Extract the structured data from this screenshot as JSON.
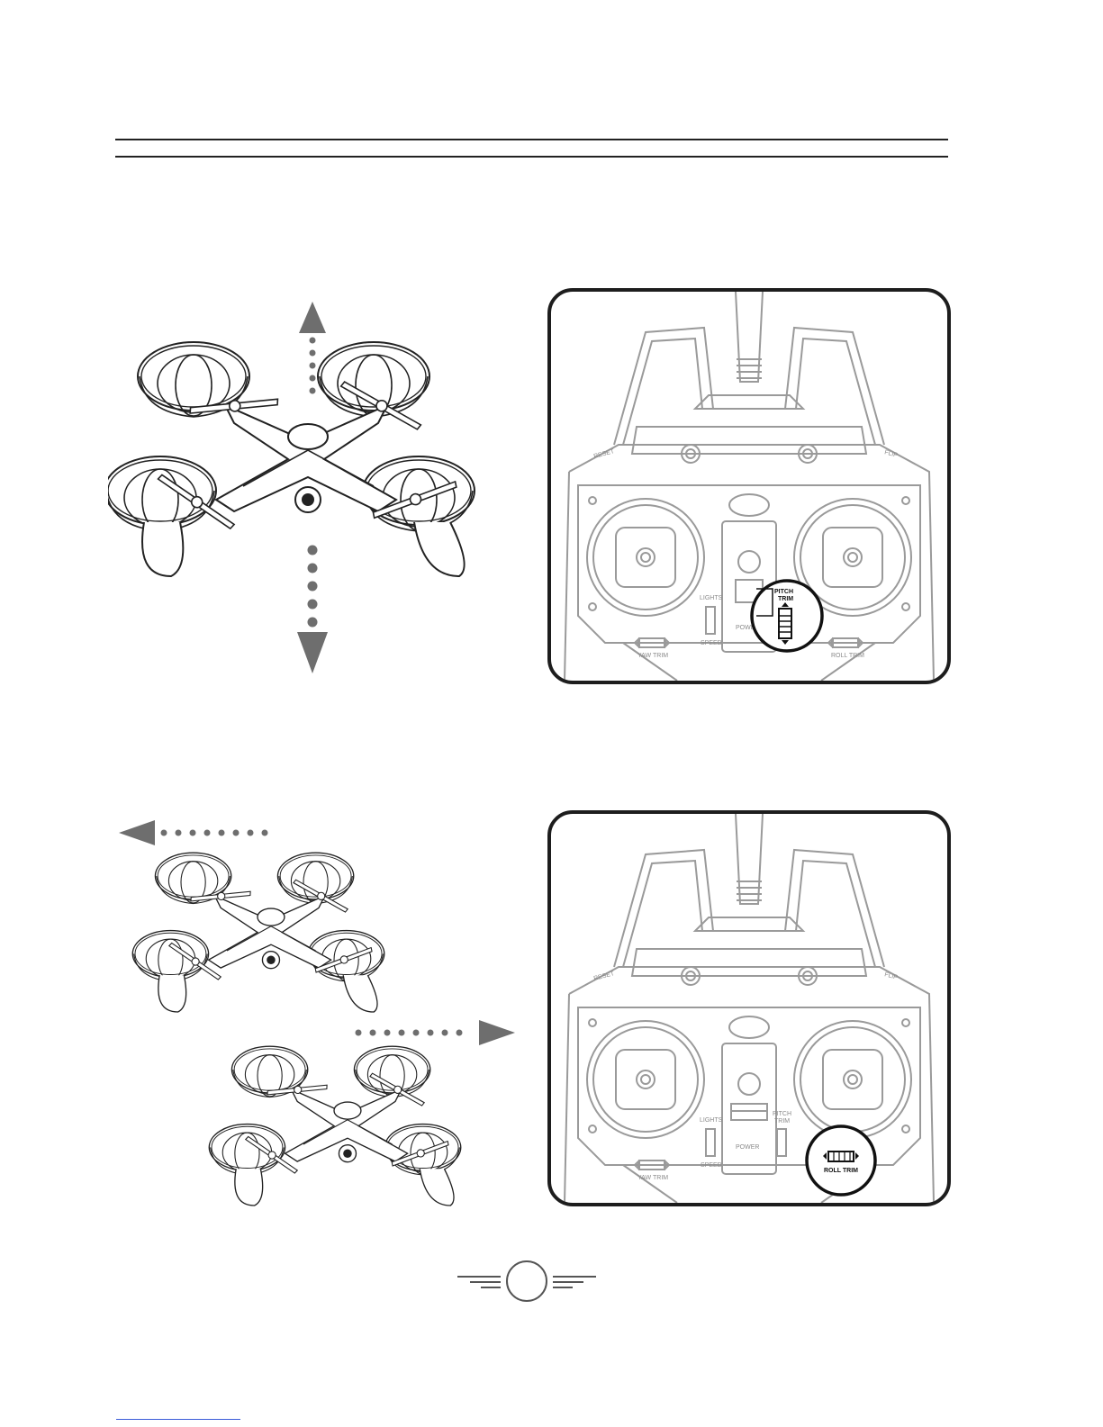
{
  "controller": {
    "reset_label": "RESET",
    "flip_label": "FLIP",
    "lights_label": "LIGHTS",
    "speed_label": "SPEED",
    "power_label": "POWER",
    "yaw_trim_label": "YAW TRIM",
    "roll_trim_label": "ROLL TRIM",
    "pitch_label": "PITCH",
    "trim_label": "TRIM"
  },
  "highlights": {
    "pitch_line1": "PITCH",
    "pitch_line2": "TRIM",
    "roll": "ROLL TRIM"
  },
  "colors": {
    "ink": "#1d1d1d",
    "controller_line": "#9a9a9a",
    "arrow": "#6e6e6e",
    "link": "#3a5bd9"
  },
  "icons": {
    "arrow_up": "arrow-up-icon",
    "arrow_down": "arrow-down-icon",
    "arrow_left": "arrow-left-icon",
    "arrow_right": "arrow-right-icon",
    "page_number_badge": "circle-badge-icon"
  }
}
